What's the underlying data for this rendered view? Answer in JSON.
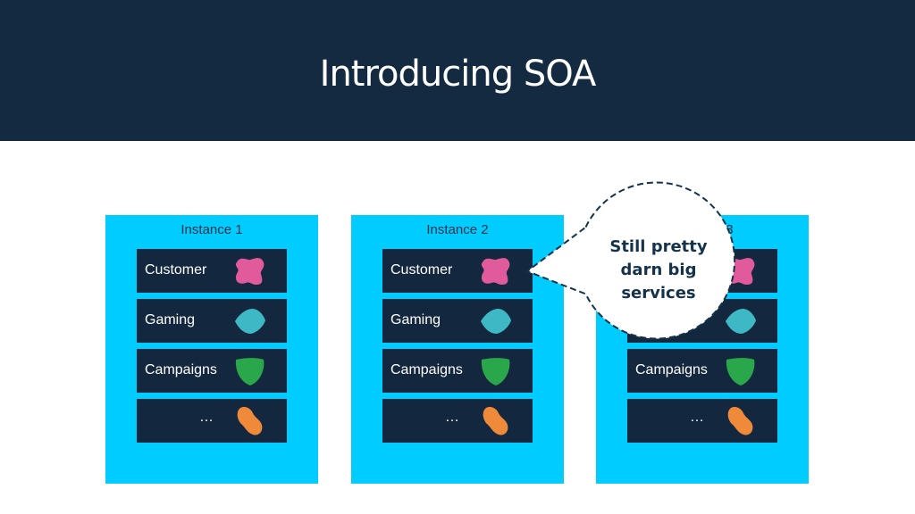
{
  "slide": {
    "title": "Introducing SOA"
  },
  "instances": [
    {
      "label": "Instance 1"
    },
    {
      "label": "Instance 2"
    },
    {
      "label": "Instance 3"
    }
  ],
  "services": [
    {
      "label": "Customer",
      "icon": "pink-blob-icon",
      "color": "#e05a9c"
    },
    {
      "label": "Gaming",
      "icon": "teal-blob-icon",
      "color": "#3db8c4"
    },
    {
      "label": "Campaigns",
      "icon": "green-blob-icon",
      "color": "#2aa74a"
    },
    {
      "label": "…",
      "icon": "orange-blob-icon",
      "color": "#ef8a3a"
    }
  ],
  "callout": {
    "lines": [
      "Still pretty",
      "darn big",
      "services"
    ]
  },
  "colors": {
    "header": "#132a40",
    "instance_bg": "#00ccff",
    "service_bg": "#13283f"
  }
}
